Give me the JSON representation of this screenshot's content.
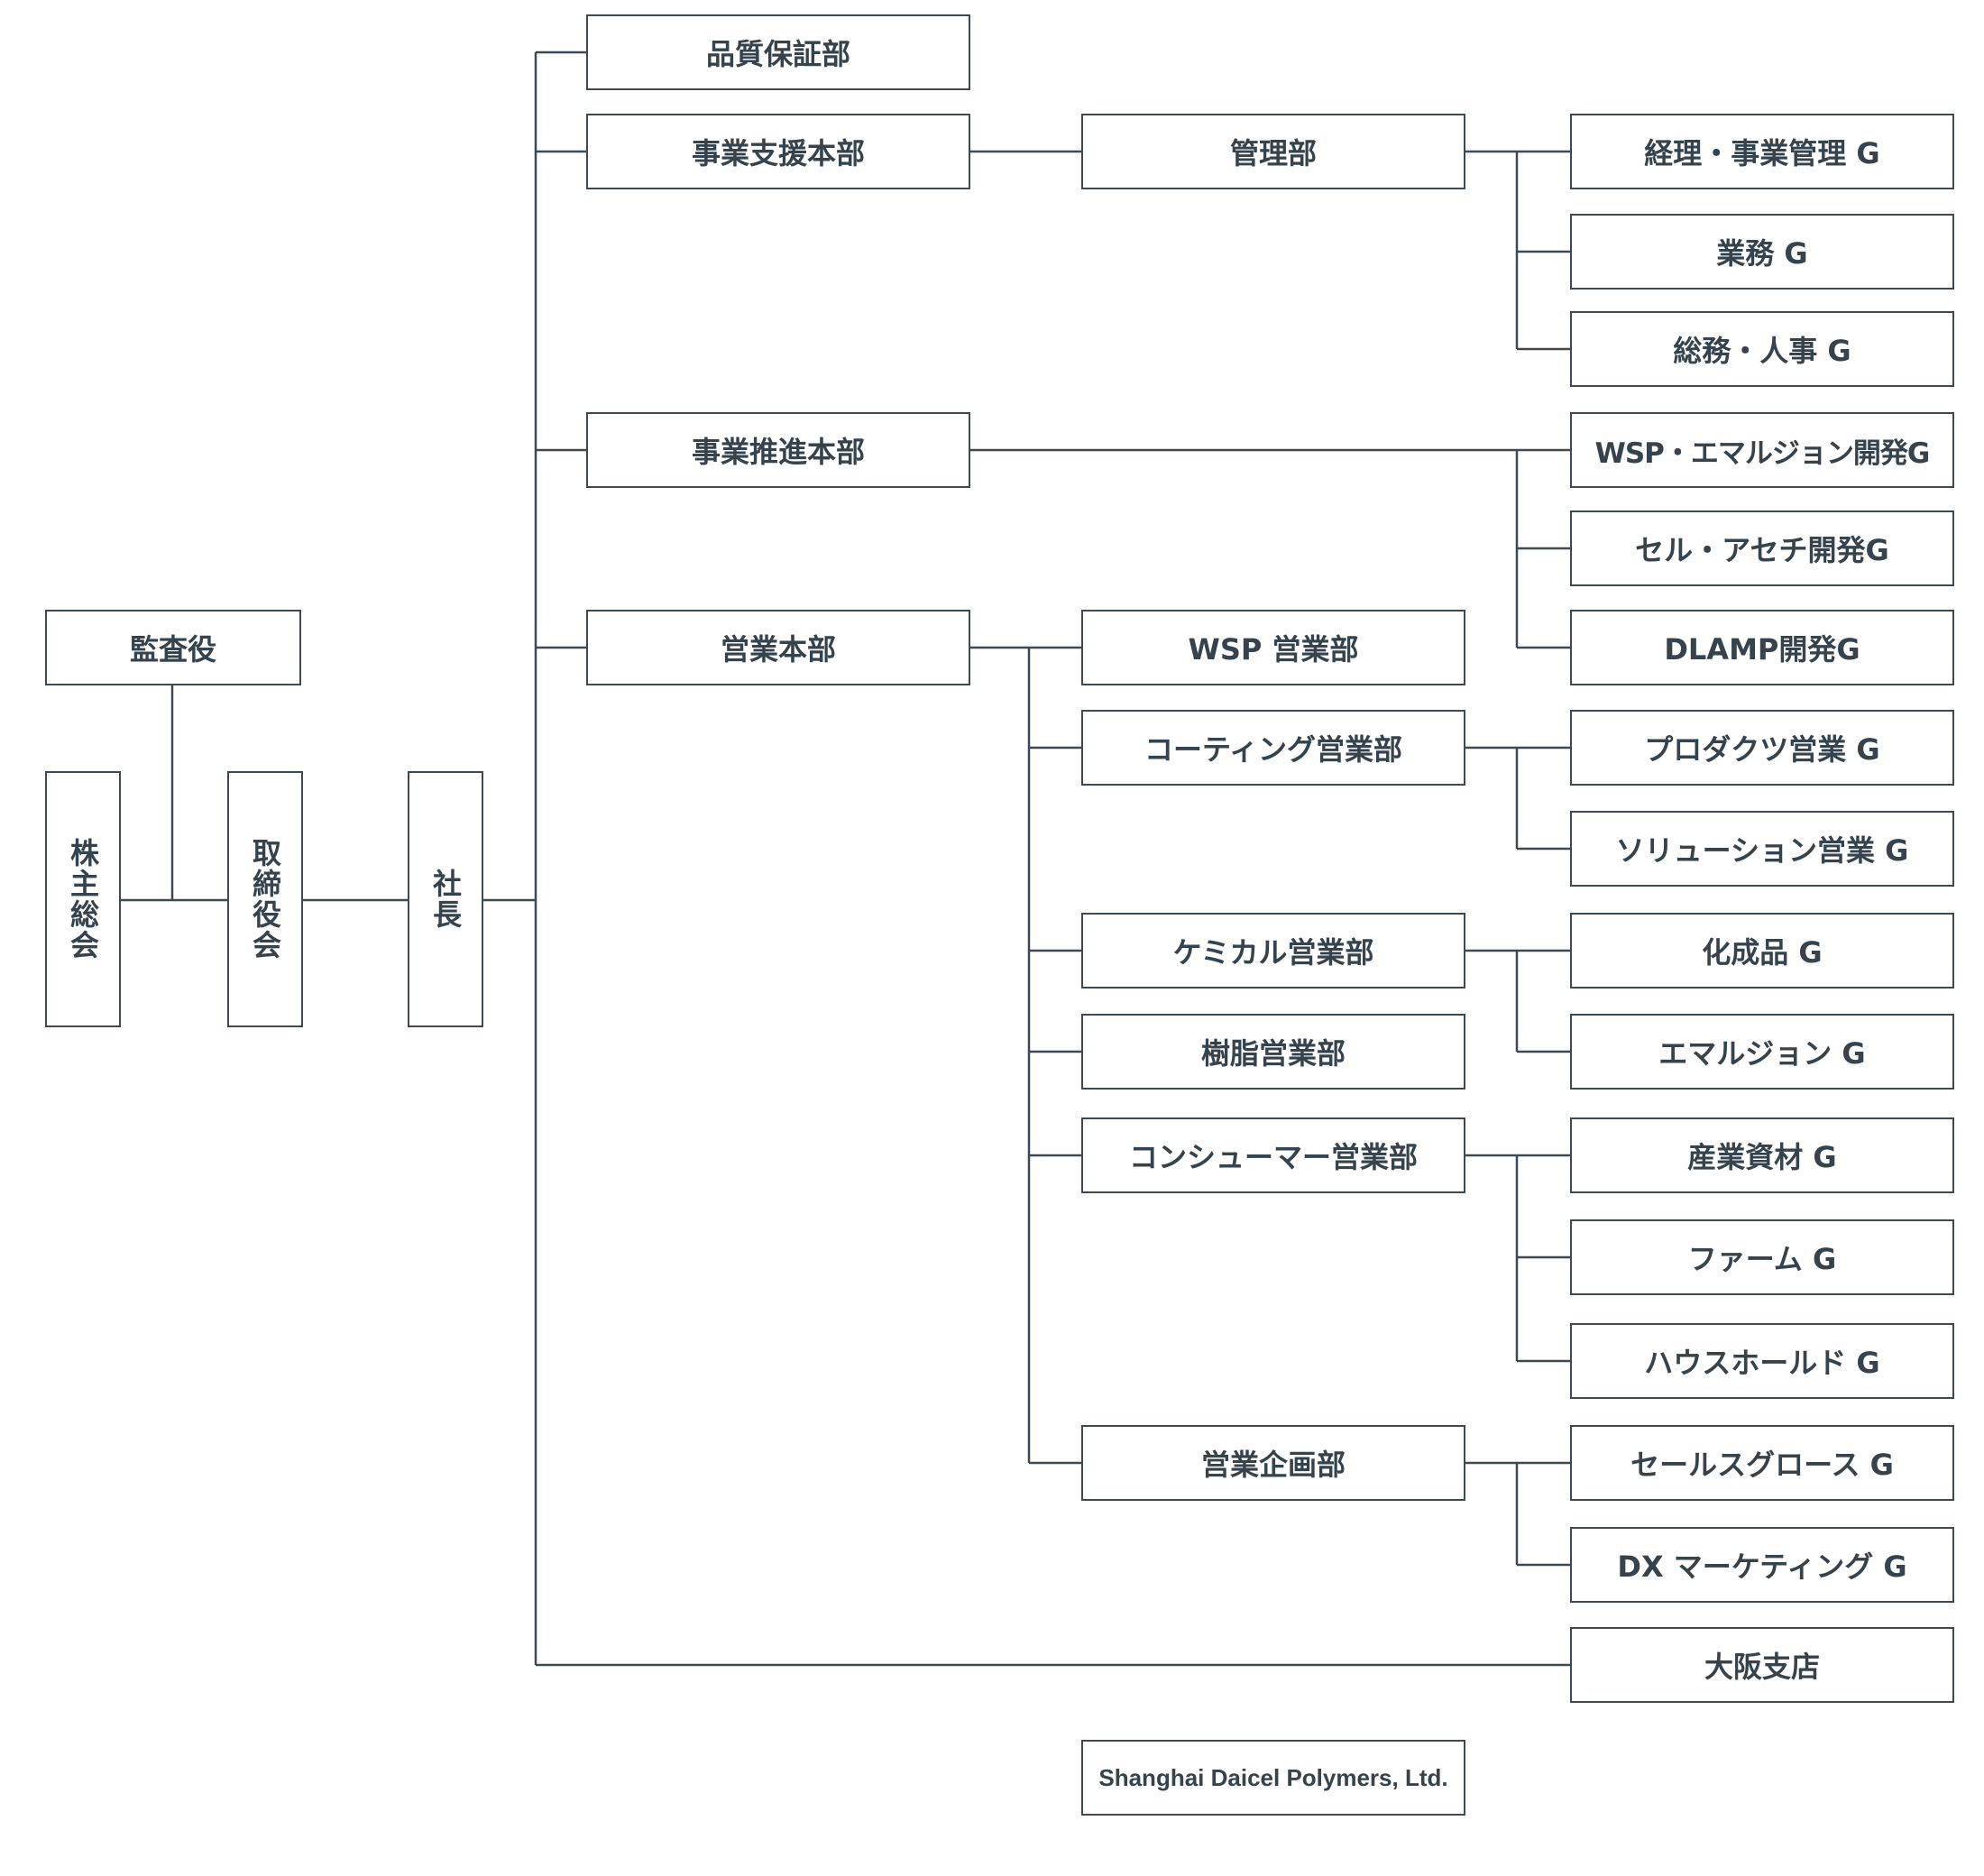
{
  "colors": {
    "line": "#3b4a55",
    "text": "#34434d",
    "background": "#ffffff"
  },
  "nodes": {
    "kabunushi": "株主総会",
    "kansayaku": "監査役",
    "torishimariyakukai": "取締役会",
    "shacho": "社長",
    "hinshitsu_hoshobu": "品質保証部",
    "jigyo_shien_honbu": "事業支援本部",
    "kanribu": "管理部",
    "keiri_g": "経理・事業管理 G",
    "gyomu_g": "業務 G",
    "somu_g": "総務・人事 G",
    "jigyo_suishin_honbu": "事業推進本部",
    "wsp_kaihatsu_g": "WSP・エマルジョン開発G",
    "cell_kaihatsu_g": "セル・アセチ開発G",
    "dlamp_g": "DLAMP開発G",
    "eigyo_honbu": "営業本部",
    "wsp_eigyobu": "WSP 営業部",
    "coating_eigyobu": "コーティング営業部",
    "product_g": "プロダクツ営業 G",
    "solution_g": "ソリューション営業 G",
    "chemical_eigyobu": "ケミカル営業部",
    "kaseihin_g": "化成品 G",
    "jushi_eigyobu": "樹脂営業部",
    "emulsion_g": "エマルジョン G",
    "consumer_eigyobu": "コンシューマー営業部",
    "sangyo_g": "産業資材 G",
    "farm_g": "ファーム G",
    "household_g": "ハウスホールド G",
    "eigyo_kikakubu": "営業企画部",
    "sales_growth_g": "セールスグロース G",
    "dx_marketing_g": "DX マーケティング G",
    "osaka": "大阪支店",
    "shanghai": "Shanghai Daicel Polymers, Ltd."
  }
}
